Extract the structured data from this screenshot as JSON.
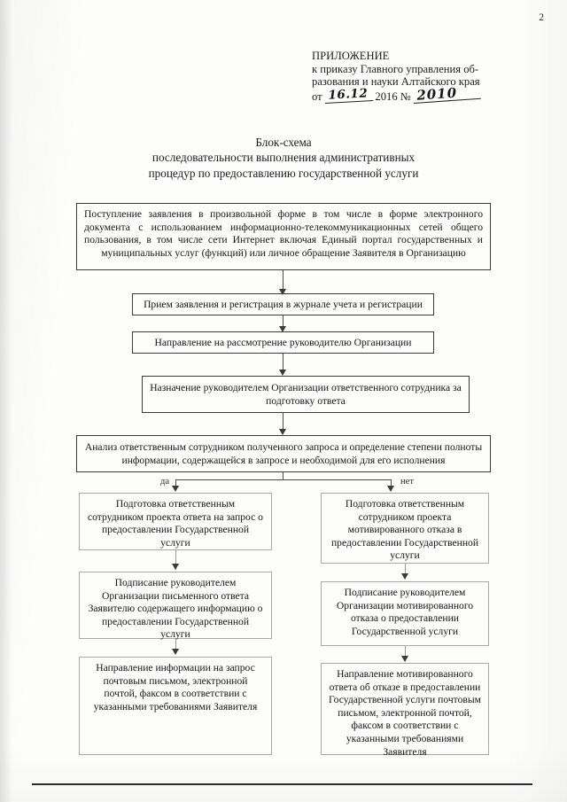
{
  "page": {
    "number": "2"
  },
  "appendix": {
    "title": "ПРИЛОЖЕНИЕ",
    "line1": "к приказу Главного управления об-",
    "line2": "разования и науки Алтайского края",
    "from_label": "от",
    "from_date": "16.12",
    "year": "2016",
    "number_label": "№",
    "number_value": "2010"
  },
  "title": {
    "line1": "Блок-схема",
    "line2": "последовательности выполнения административных",
    "line3": "процедур по предоставлению государственной услуги"
  },
  "chart_data": {
    "type": "flowchart",
    "title": "Блок-схема последовательности выполнения административных процедур по предоставлению государственной услуги",
    "branch_labels": {
      "yes": "да",
      "no": "нет"
    },
    "nodes": [
      {
        "id": "n1",
        "text": "Поступление заявления в произвольной форме  в том числе в форме электронного документа с использованием информационно-телекоммуникационных сетей общего пользования, в том числе сети Интернет  включая Единый портал государственных и муниципальных услуг (функций) или личное обращение Заявителя в Организацию"
      },
      {
        "id": "n2",
        "text": "Прием заявления и регистрация в журнале учета и регистрации"
      },
      {
        "id": "n3",
        "text": "Направление на рассмотрение руководителю Организации"
      },
      {
        "id": "n4",
        "text": "Назначение руководителем Организации ответственного сотрудника за подготовку ответа"
      },
      {
        "id": "n5",
        "text": "Анализ ответственным сотрудником полученного запроса и определение степени полноты информации, содержащейся в запросе и необходимой для его исполнения"
      },
      {
        "id": "n6",
        "branch": "да",
        "text": "Подготовка ответственным сотрудником проекта ответа на запрос о предоставлении Государственной услуги"
      },
      {
        "id": "n7",
        "branch": "нет",
        "text": "Подготовка ответственным сотрудником проекта мотивированного отказа в предоставлении Государственной услуги"
      },
      {
        "id": "n8",
        "branch": "да",
        "text": "Подписание руководителем Организации письменного ответа Заявителю содержащего информацию о предоставлении Государственной услуги"
      },
      {
        "id": "n9",
        "branch": "нет",
        "text": "Подписание руководителем Организации мотивированного отказа о предоставлении Государственной услуги"
      },
      {
        "id": "n10",
        "branch": "да",
        "text": "Направление информации на запрос почтовым письмом, электронной почтой, факсом в соответствии с указанными требованиями Заявителя"
      },
      {
        "id": "n11",
        "branch": "нет",
        "text": "Направление мотивированного ответа об отказе в предоставлении Государственной услуги почтовым письмом, электронной почтой, факсом в соответствии с указанными требованиями Заявителя"
      }
    ],
    "edges": [
      {
        "from": "n1",
        "to": "n2"
      },
      {
        "from": "n2",
        "to": "n3"
      },
      {
        "from": "n3",
        "to": "n4"
      },
      {
        "from": "n4",
        "to": "n5"
      },
      {
        "from": "n5",
        "to": "n6",
        "label": "да"
      },
      {
        "from": "n5",
        "to": "n7",
        "label": "нет"
      },
      {
        "from": "n6",
        "to": "n8"
      },
      {
        "from": "n7",
        "to": "n9"
      },
      {
        "from": "n8",
        "to": "n10"
      },
      {
        "from": "n9",
        "to": "n11"
      }
    ]
  }
}
